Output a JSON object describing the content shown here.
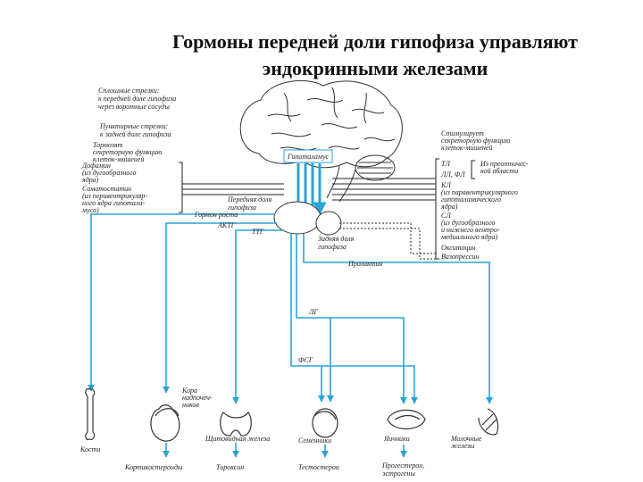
{
  "title": {
    "line1": "Гормоны передней доли гипофиза управляют",
    "line2": "эндокринными железами"
  },
  "legend": {
    "solid": [
      "Сплошные стрелки:",
      "к передней доле гипофиза",
      "через воротные сосуды"
    ],
    "dotted": [
      "Пунктирные стрелки:",
      "к задней доле гипофиза"
    ],
    "inhibit": [
      "Тормозят",
      "секреторную функцию",
      "клеток-мишеней"
    ],
    "stimulate": [
      "Стимулирует",
      "секреторную функцию",
      "клеток-мишеней"
    ]
  },
  "left_hormones": {
    "dopamine": [
      "Дофамин",
      "(из дугообразного",
      "ядра)"
    ],
    "somatostatin": [
      "Соматостатин",
      "(из перивентрикуляр-",
      "ного ядра гипотала-",
      "муса)"
    ]
  },
  "right_hormones": {
    "tl": "ТЛ",
    "ll_fl": "ЛЛ, ФЛ",
    "preoptic": [
      "Из преоптичес-",
      "кой области"
    ],
    "kl": [
      "КЛ",
      "(из паравентрикулярного",
      "гипоталамического",
      "ядра)"
    ],
    "sl": [
      "СЛ",
      "(из дугообразного",
      "и нижнего вентро-",
      "медиального ядра)"
    ],
    "oxytocin": "Окситоцин",
    "vasopressin": "Вазопрессин"
  },
  "structures": {
    "hypothalamus": "Гипоталамус",
    "anterior": [
      "Передняя доля",
      "гипофиза"
    ],
    "posterior": [
      "Задняя доля",
      "гипофиза"
    ]
  },
  "pituitary_hormones": {
    "growth": "Гормон роста",
    "acth": "АКТГ",
    "tsh": "ТТГ",
    "prolactin": "Пролактин",
    "lh": "ЛГ",
    "fsh": "ФСГ"
  },
  "targets": {
    "bones": "Кости",
    "adrenal": [
      "Кора",
      "надпочеч-",
      "ников"
    ],
    "thyroid": "Щитовидная железа",
    "testes": "Семенники",
    "ovaries": "Яичники",
    "mammary": [
      "Молочные",
      "железы"
    ]
  },
  "products": {
    "corticosteroids": "Кортикостероиды",
    "thyroxine": "Тироксин",
    "testosterone": "Тестостерон",
    "ovarian": [
      "Прогестерон,",
      "эстрогены"
    ]
  },
  "colors": {
    "accent": "#2aa3d8",
    "ink": "#222222",
    "background": "#ffffff"
  }
}
